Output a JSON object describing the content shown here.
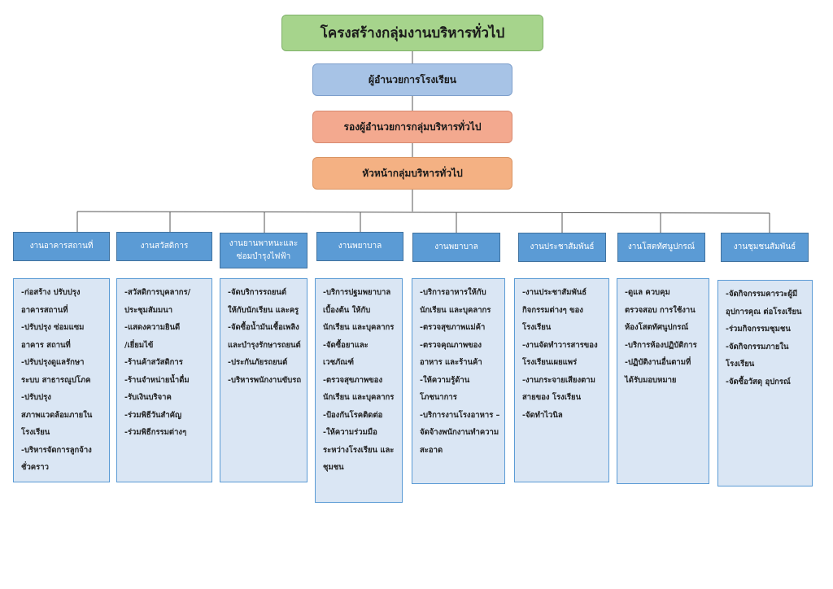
{
  "title": "โครงสร้างกลุ่มงานบริหารทั่วไป",
  "director": "ผู้อำนวยการโรงเรียน",
  "deputy": "รองผู้อำนวยการกลุ่มบริหารทั่วไป",
  "head": "หัวหน้ากลุ่มบริหารทั่วไป",
  "departments": [
    {
      "name": "งานอาคารสถานที่",
      "tasks": [
        "-ก่อสร้าง ปรับปรุง",
        "อาคารสถานที่",
        "-ปรับปรุง ซ่อมแซม",
        "อาคาร สถานที่",
        "-ปรับปรุงดูแลรักษา",
        "ระบบ สาธารณูปโภค",
        "-ปรับปรุง",
        "สภาพแวดล้อมภายใน",
        "โรงเรียน",
        "-บริหารจัดการลูกจ้าง",
        "ชั่วคราว"
      ]
    },
    {
      "name": "งานสวัสดิการ",
      "tasks": [
        "-สวัสดิการบุคลากร/",
        "ประชุมสัมมนา",
        "-แสดงความยินดี",
        "/เยี่ยมไข้",
        "-ร้านค้าสวัสดิการ",
        "-ร้านจำหน่ายน้ำดื่ม",
        "-รับเงินบริจาค",
        "-ร่วมพิธีวันสำคัญ",
        "-ร่วมพิธีกรรมต่างๆ"
      ]
    },
    {
      "name": "งานยานพาหนะและ\nซ่อมบำรุงไฟฟ้า",
      "tasks": [
        "-จัดบริการรถยนต์",
        "ให้กับนักเรียน และครู",
        "-จัดซื้อน้ำมันเชื้อเพลิง",
        "และบำรุงรักษารถยนต์",
        "-ประกันภัยรถยนต์",
        "-บริหารพนักงานขับรถ"
      ]
    },
    {
      "name": "งานพยาบาล",
      "tasks": [
        "-บริการปฐมพยาบาล",
        "เบื้องต้น ให้กับ",
        "นักเรียน และบุคลากร",
        "-จัดซื้อยาและ",
        "เวชภัณฑ์",
        "-ตรวจสุขภาพของ",
        "นักเรียน และบุคลากร",
        "-ป้องกันโรคติดต่อ",
        "-ให้ความร่วมมือ",
        "ระหว่างโรงเรียน และ",
        "ชุมชน"
      ]
    },
    {
      "name": "งานพยาบาล",
      "tasks": [
        "-บริการอาหารให้กับ",
        "นักเรียน และบุคลากร",
        "-ตรวจสุขภาพแม่ค้า",
        "-ตรวจคุณภาพของ",
        "อาหาร และร้านค้า",
        "-ให้ความรู้ด้าน",
        "โภชนาการ",
        "-บริการงานโรงอาหาร –",
        "จัดจ้างพนักงานทำความ",
        "สะอาด"
      ]
    },
    {
      "name": "งานประชาสัมพันธ์",
      "tasks": [
        "-งานประชาสัมพันธ์",
        "กิจกรรมต่างๆ ของ",
        "โรงเรียน",
        "-งานจัดทำวารสารของ",
        "โรงเรียนเผยแพร่",
        "-งานกระจายเสียงตาม",
        "สายของ โรงเรียน",
        "-จัดทำไวนิล"
      ]
    },
    {
      "name": "งานโสตทัศนูปกรณ์",
      "tasks": [
        "-ดูแล ควบคุม",
        "ตรวจสอบ การใช้งาน",
        "ห้องโสตทัศนูปกรณ์",
        "-บริการห้องปฏิบัติการ",
        "-ปฏิบัติงานอื่นตามที่",
        "ได้รับมอบหมาย"
      ]
    },
    {
      "name": "งานชุมชนสัมพันธ์",
      "tasks": [
        "-จัดกิจกรรมคารวะผู้มี",
        "อุปการคุณ ต่อโรงเรียน",
        "-ร่วมกิจกรรมชุมชน",
        "-จัดกิจกรรมภายใน",
        "โรงเรียน",
        "-จัดซื้อวัสดุ อุปกรณ์"
      ]
    }
  ]
}
